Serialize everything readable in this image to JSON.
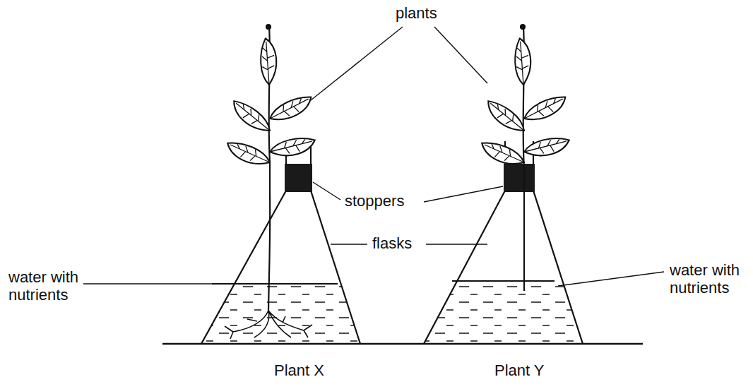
{
  "diagram": {
    "labels": [
      "plants",
      "water with nutrients",
      "stoppers",
      "flasks",
      "water with nutrients",
      "Plant X",
      "Plant Y"
    ]
  }
}
